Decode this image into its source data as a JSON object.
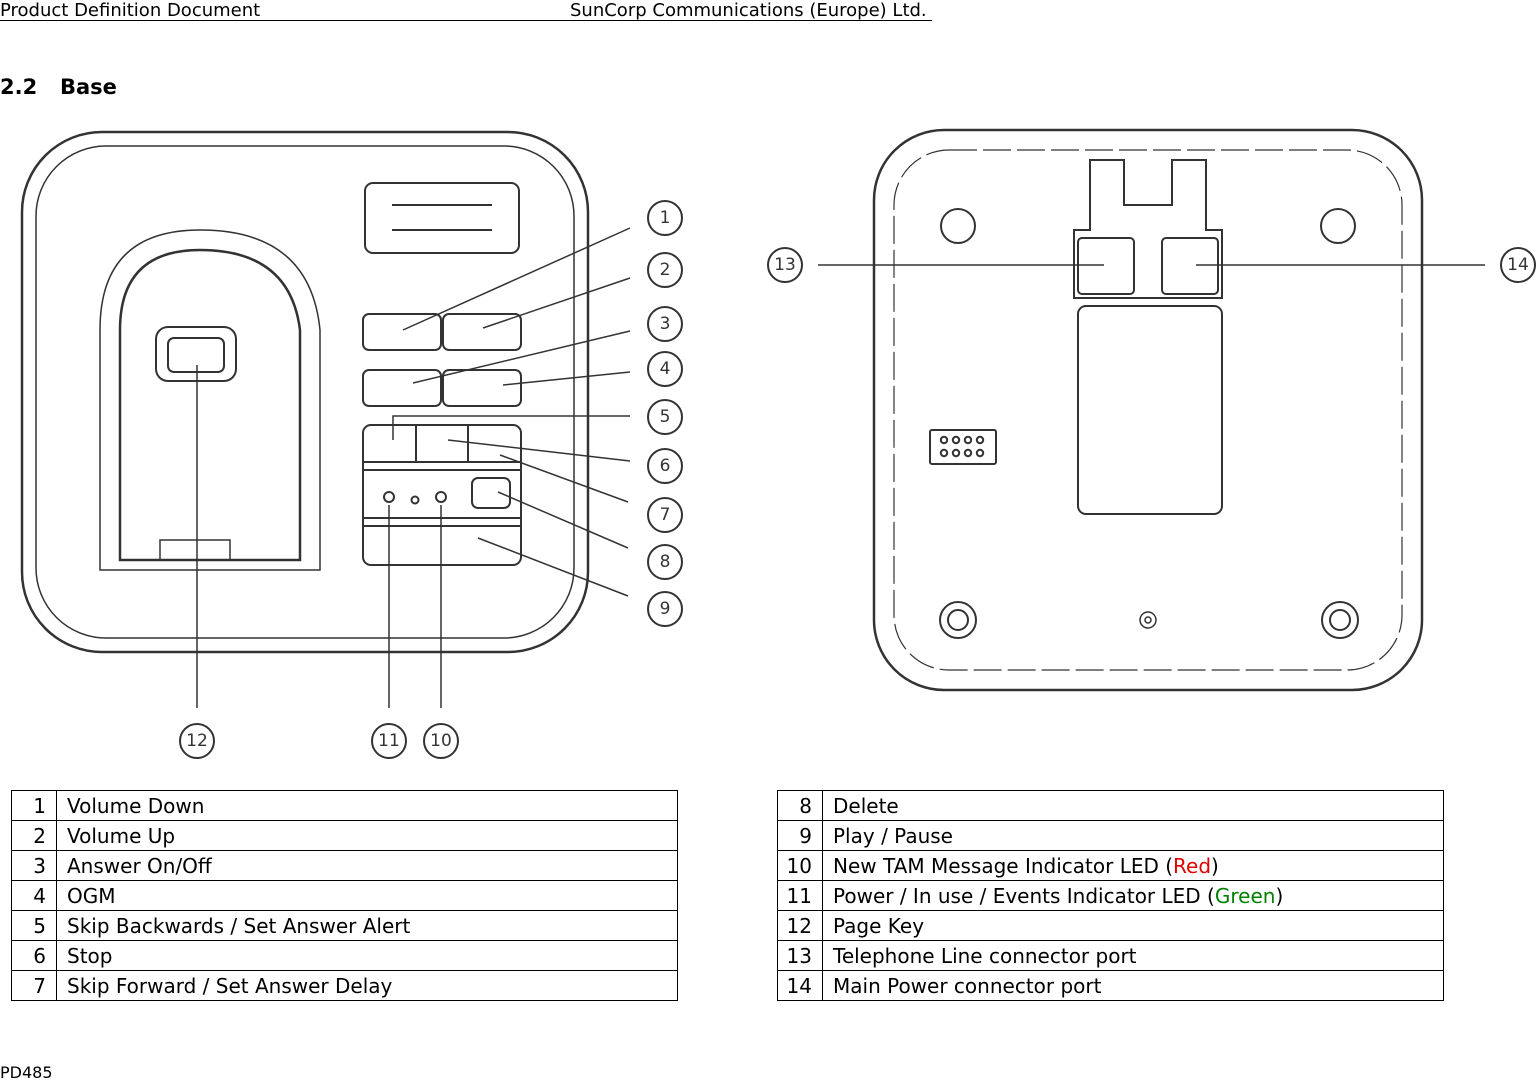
{
  "header": {
    "left": "Product Definition Document",
    "right": "SunCorp Communications (Europe) Ltd."
  },
  "section": {
    "number": "2.2",
    "title": "Base"
  },
  "callouts": [
    "1",
    "2",
    "3",
    "4",
    "5",
    "6",
    "7",
    "8",
    "9",
    "10",
    "11",
    "12",
    "13",
    "14"
  ],
  "legend_left": [
    {
      "n": "1",
      "label": "Volume Down"
    },
    {
      "n": "2",
      "label": "Volume Up"
    },
    {
      "n": "3",
      "label": "Answer On/Off"
    },
    {
      "n": "4",
      "label": "OGM"
    },
    {
      "n": "5",
      "label": "Skip Backwards / Set Answer Alert"
    },
    {
      "n": "6",
      "label": "Stop"
    },
    {
      "n": "7",
      "label": "Skip Forward / Set Answer Delay"
    }
  ],
  "legend_right": [
    {
      "n": "8",
      "label": "Delete"
    },
    {
      "n": "9",
      "label": "Play / Pause"
    },
    {
      "n": "10",
      "label": "New TAM Message Indicator LED (",
      "accent": "Red",
      "after": ")"
    },
    {
      "n": "11",
      "label": "Power / In use / Events Indicator LED (",
      "accent": "Green",
      "after": ")"
    },
    {
      "n": "12",
      "label": "Page Key"
    },
    {
      "n": "13",
      "label": "Telephone Line connector port"
    },
    {
      "n": "14",
      "label": "Main Power connector port"
    }
  ],
  "colors": {
    "red_accent": "#e00000",
    "green_accent": "#008000"
  },
  "footer": "PD485"
}
